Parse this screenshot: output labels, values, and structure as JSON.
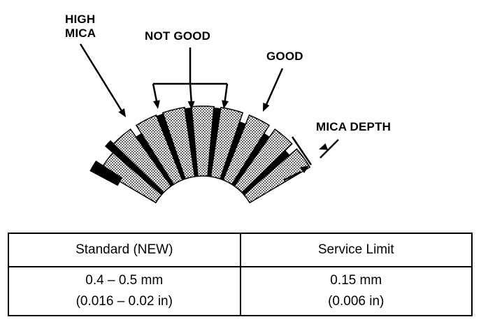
{
  "labels": {
    "high_mica_line1": "HIGH",
    "high_mica_line2": "MICA",
    "not_good": "NOT GOOD",
    "good": "GOOD",
    "mica_depth": "MICA DEPTH"
  },
  "table": {
    "headers": [
      "Standard (NEW)",
      "Service Limit"
    ],
    "rows": [
      {
        "standard": [
          "0.4 – 0.5 mm",
          "(0.016 – 0.02 in)"
        ],
        "service_limit": [
          "0.15 mm",
          "(0.006 in)"
        ]
      }
    ]
  }
}
